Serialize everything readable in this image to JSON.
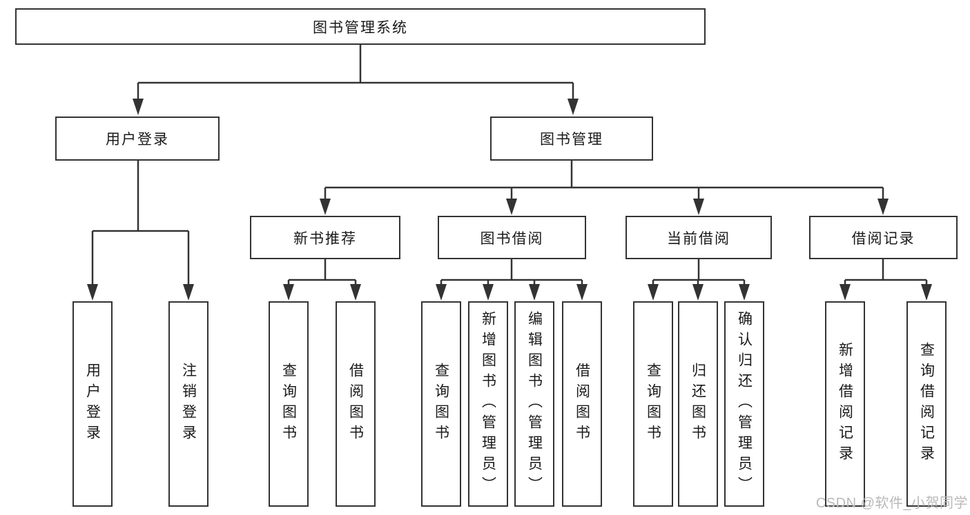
{
  "nodes": {
    "root": {
      "label": "图书管理系统"
    },
    "level2": [
      {
        "label": "用户登录"
      },
      {
        "label": "图书管理"
      }
    ],
    "level3": [
      {
        "label": "新书推荐",
        "parent": "图书管理"
      },
      {
        "label": "图书借阅",
        "parent": "图书管理"
      },
      {
        "label": "当前借阅",
        "parent": "图书管理"
      },
      {
        "label": "借阅记录",
        "parent": "图书管理"
      }
    ],
    "leaves": [
      {
        "label": "用户登录",
        "parent": "用户登录"
      },
      {
        "label": "注销登录",
        "parent": "用户登录"
      },
      {
        "label": "查询图书",
        "parent": "新书推荐"
      },
      {
        "label": "借阅图书",
        "parent": "新书推荐"
      },
      {
        "label": "查询图书",
        "parent": "图书借阅"
      },
      {
        "label": "新增图书（管理员）",
        "parent": "图书借阅"
      },
      {
        "label": "编辑图书（管理员）",
        "parent": "图书借阅"
      },
      {
        "label": "借阅图书",
        "parent": "图书借阅"
      },
      {
        "label": "查询图书",
        "parent": "当前借阅"
      },
      {
        "label": "归还图书",
        "parent": "当前借阅"
      },
      {
        "label": "确认归还（管理员）",
        "parent": "当前借阅"
      },
      {
        "label": "新增借阅记录",
        "parent": "借阅记录"
      },
      {
        "label": "查询借阅记录",
        "parent": "借阅记录"
      }
    ]
  },
  "watermark": {
    "text": "CSDN @软件_小贺同学"
  },
  "colors": {
    "line": "#333333",
    "box_fill": "#ffffff",
    "text": "#1a1a1a",
    "background": "#ffffff",
    "watermark": "#b9b9b9"
  }
}
